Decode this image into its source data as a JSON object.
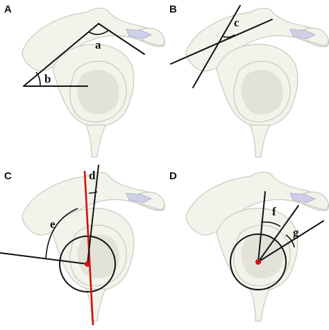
{
  "panels": [
    {
      "label": "A",
      "angles": [
        "a",
        "b"
      ]
    },
    {
      "label": "B",
      "angles": [
        "c"
      ]
    },
    {
      "label": "C",
      "angles": [
        "d",
        "e"
      ]
    },
    {
      "label": "D",
      "angles": [
        "f",
        "g"
      ]
    }
  ],
  "colors": {
    "measurement_lines": "#111111",
    "axis_line": "#d11010",
    "bone": "#f3f3ec"
  }
}
